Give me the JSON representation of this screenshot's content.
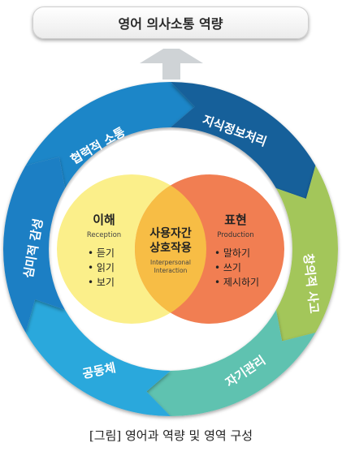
{
  "title": "영어 의사소통 역량",
  "outer_ring": {
    "segments": [
      {
        "label": "협력적 소통",
        "color": "#1e86c8"
      },
      {
        "label": "지식정보처리",
        "color": "#17609a"
      },
      {
        "label": "창의적 사고",
        "color": "#a3c65a"
      },
      {
        "label": "자기관리",
        "color": "#5ec2b0"
      },
      {
        "label": "공동체",
        "color": "#2aa8dc"
      },
      {
        "label": "심미적 감성",
        "color": "#1a7fc4"
      }
    ]
  },
  "venn": {
    "left": {
      "title": "이해",
      "subtitle": "Reception",
      "items": [
        "• 듣기",
        "• 읽기",
        "• 보기"
      ],
      "color": "#fbef8a"
    },
    "right": {
      "title": "표현",
      "subtitle": "Production",
      "items": [
        "• 말하기",
        "• 쓰기",
        "• 제시하기"
      ],
      "color": "#f17e52"
    },
    "center": {
      "title_line1": "사용자간",
      "title_line2": "상호작용",
      "subtitle_line1": "Interpersonal",
      "subtitle_line2": "Interaction",
      "color": "#f7bd45"
    }
  },
  "caption": "[그림] 영어과 역량 및 영역 구성"
}
